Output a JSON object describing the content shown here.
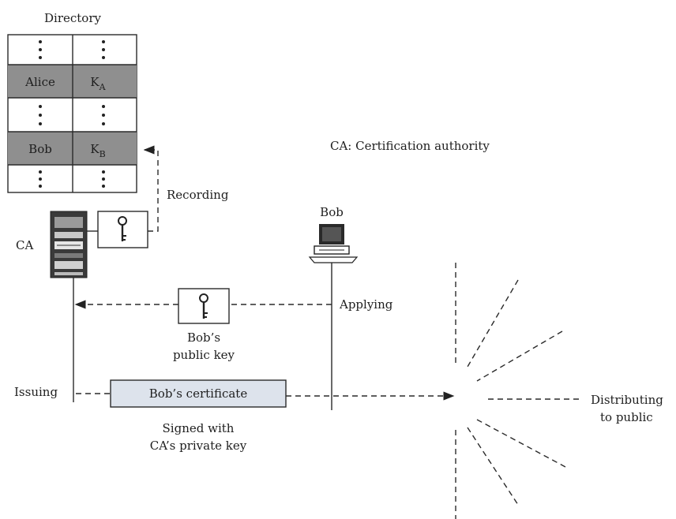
{
  "directory": {
    "title": "Directory",
    "rows": [
      {
        "name": "Alice",
        "key": "K",
        "key_sub": "A"
      },
      {
        "name": "Bob",
        "key": "K",
        "key_sub": "B"
      }
    ]
  },
  "ca_label": "CA",
  "ca_definition": "CA: Certification authority",
  "recording_label": "Recording",
  "bob_label": "Bob",
  "applying_label": "Applying",
  "public_key_label": {
    "line1": "Bob’s",
    "line2": "public key"
  },
  "issuing_label": "Issuing",
  "certificate_label": "Bob’s certificate",
  "signed_label": {
    "line1": "Signed with",
    "line2": "CA’s private key"
  },
  "distributing_label": {
    "line1": "Distributing",
    "line2": "to public"
  },
  "colors": {
    "shaded_row": "#8f8f8f",
    "certificate_fill": "#dde3ec",
    "ink": "#1e1e1e"
  },
  "icons": [
    "server-icon",
    "key-icon",
    "computer-icon"
  ]
}
